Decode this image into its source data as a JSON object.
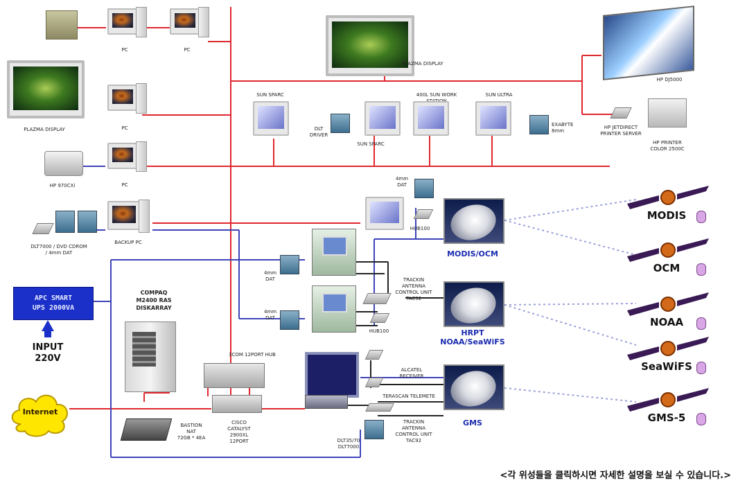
{
  "labels": {
    "pc1": "PC",
    "pc2": "PC",
    "plazma_display_top": "PLAZMA DISPLAY",
    "hp_dj5000": "HP DJ5000",
    "plazma_display_left": "PLAZMA DISPLAY",
    "pc3": "PC",
    "sun_sparc_top": "SUN SPARC",
    "dlt_driver": "DLT\nDRIVER",
    "sun_workstation": "400L SUN WORK STATION",
    "sun_ultra": "SUN ULTRA",
    "exabyte": "EXABYTE\n8mm",
    "sun_sparc_bottom": "SUN SPARC",
    "hp_jetdirect": "HP JETDIRECT\nPRINTER SERVER",
    "hp_printer": "HP PRINTER\nCOLOR 2500C",
    "hp_970cxi": "HP 970CXi",
    "pc4": "PC",
    "dat_4mm_top": "4mm\nDAT",
    "hub100_top": "HUB100",
    "dlt_backup": "DLT7000 / DVD CDROM\n/ 4mm DAT",
    "backup_pc": "BACKUP PC",
    "dat_4mm_mid1": "4mm\nDAT",
    "tracking_antenna_1": "TRACKIN\nANTENNA\nCONTROL UNIT\nTAC92",
    "dat_4mm_mid2": "4mm\nDAT",
    "hub100_mid": "HUB100",
    "compaq": "COMPAQ\nM2400 RAS\nDISKARRAY",
    "ups_line1": "APC SMART",
    "ups_line2": "UPS 2000VA",
    "input": "INPUT\n220V",
    "hub_3com": "3COM 12PORT HUB",
    "alcatel": "ALCATEL\nRECEIVER",
    "terascan": "TERASCAN TELEMETE",
    "internet": "Internet",
    "cisco": "CISCO\nCATALYST\n2900XL\n12PORT",
    "bastion": "BASTION\nNAT\n72GB * 4EA",
    "dlt_drives": "DLT35/70\nDLT7000",
    "tracking_antenna_2": "TRACKIN\nANTENNA\nCONTROL UNIT\nTAC92"
  },
  "stations": {
    "modis_ocm": "MODIS/OCM",
    "hrpt": "HRPT\nNOAA/SeaWiFS",
    "gms": "GMS"
  },
  "satellites": [
    "MODIS",
    "OCM",
    "NOAA",
    "SeaWiFS",
    "GMS-5"
  ],
  "caption": "<각 위성들을 클릭하시면 자세한 설명을 보실 수 있습니다.>",
  "colors": {
    "red_link": "#e0262d",
    "blue_link": "#3c43b8",
    "black_link": "#222222",
    "beam": "#9aa0d8",
    "ups_fill": "#1b2fc9",
    "cloud_fill": "#ffe600",
    "station_text": "#1a2bb0"
  }
}
